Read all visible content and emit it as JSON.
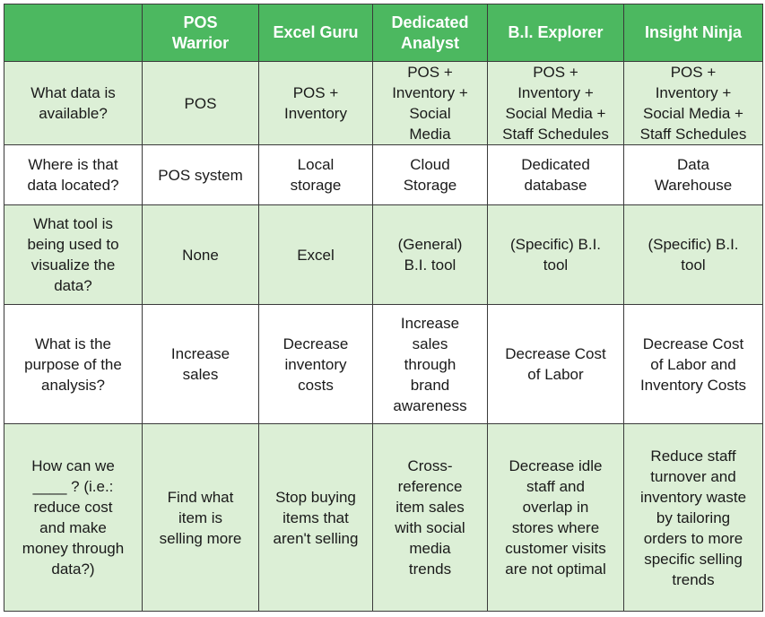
{
  "header": {
    "corner": "",
    "columns": [
      "POS\nWarrior",
      "Excel Guru",
      "Dedicated\nAnalyst",
      "B.I. Explorer",
      "Insight Ninja"
    ]
  },
  "rows": [
    {
      "question": "What data is\navailable?",
      "cells": [
        "POS",
        "POS +\nInventory",
        "POS +\nInventory +\nSocial\nMedia",
        "POS +\nInventory +\nSocial Media +\nStaff Schedules",
        "POS +\nInventory +\nSocial Media +\nStaff Schedules"
      ]
    },
    {
      "question": "Where is that\ndata located?",
      "cells": [
        "POS system",
        "Local\nstorage",
        "Cloud\nStorage",
        "Dedicated\ndatabase",
        "Data\nWarehouse"
      ]
    },
    {
      "question": "What tool is\nbeing used to\nvisualize the\ndata?",
      "cells": [
        "None",
        "Excel",
        "(General)\nB.I. tool",
        "(Specific) B.I.\ntool",
        "(Specific) B.I.\ntool"
      ]
    },
    {
      "question": "What is the\npurpose of the\nanalysis?",
      "cells": [
        "Increase\nsales",
        "Decrease\ninventory\ncosts",
        "Increase\nsales\nthrough\nbrand\nawareness",
        "Decrease Cost\nof Labor",
        "Decrease Cost\nof Labor and\nInventory Costs"
      ]
    },
    {
      "question": "How can we\n____ ? (i.e.:\nreduce cost\nand make\nmoney through\ndata?)",
      "cells": [
        "Find what\nitem is\nselling more",
        "Stop buying\nitems that\naren't selling",
        "Cross-\nreference\nitem sales\nwith social\nmedia\ntrends",
        "Decrease idle\nstaff and\noverlap in\nstores where\ncustomer visits\nare not optimal",
        "Reduce staff\nturnover and\ninventory waste\nby tailoring\norders to more\nspecific selling\ntrends"
      ]
    }
  ],
  "colors": {
    "header_bg": "#4cb860",
    "header_text": "#ffffff",
    "shaded_row": "#dcefd6",
    "plain_row": "#ffffff",
    "border": "#3a3a3a"
  }
}
